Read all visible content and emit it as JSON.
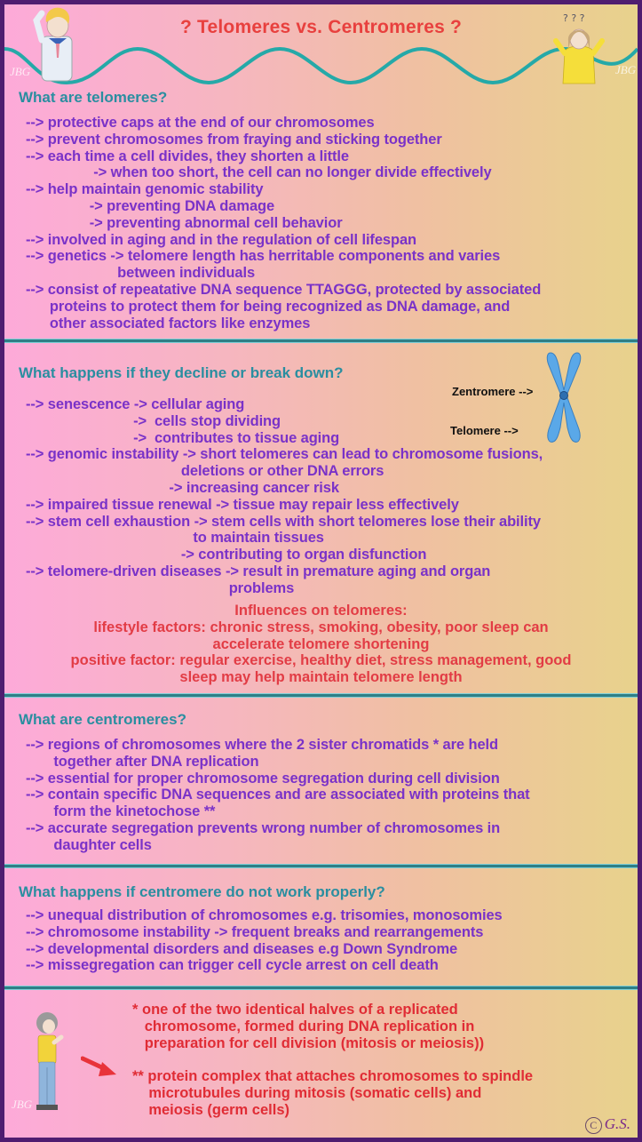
{
  "header": {
    "title": "? Telomeres vs. Centromeres ?",
    "signature_left": "JBG",
    "signature_right": "JBG",
    "wave_color": "#25a9a8",
    "title_color": "#e8403e"
  },
  "colors": {
    "frame": "#4f1d70",
    "heading": "#2a8ea0",
    "body_text": "#7a32c8",
    "highlight_text": "#e23c45",
    "gradient": [
      "#fdaad9",
      "#f0c0a2",
      "#e8d28c"
    ]
  },
  "sections": {
    "telomeres": {
      "heading": "What are telomeres?",
      "lines": [
        "--> protective caps at the end of our chromosomes",
        "--> prevent chromosomes from fraying and sticking together",
        "--> each time a cell divides, they shorten a little",
        "                 -> when too short, the cell can no longer divide effectively",
        "--> help maintain genomic stability",
        "                -> preventing DNA damage",
        "                -> preventing abnormal cell behavior",
        "--> involved in aging and in the regulation of cell lifespan",
        "--> genetics -> telomere length has herritable components and varies",
        "                       between individuals",
        "--> consist of repeatative DNA sequence TTAGGG, protected by associated",
        "      proteins to protect them for being recognized as DNA damage, and",
        "      other associated factors like enzymes"
      ]
    },
    "decline": {
      "heading": "What happens if they decline or break down?",
      "diagram": {
        "centromere_label": "Zentromere -->",
        "telomere_label": "Telomere -->",
        "chromosome_color": "#5aa8e8"
      },
      "lines": [
        "--> senescence -> cellular aging",
        "                           ->  cells stop dividing",
        "                           ->  contributes to tissue aging",
        "--> genomic instability -> short telomeres can lead to chromosome fusions,",
        "                                       deletions or other DNA errors",
        "                                    -> increasing cancer risk",
        "--> impaired tissue renewal -> tissue may repair less effectively",
        "--> stem cell exhaustion -> stem cells with short telomeres lose their ability",
        "                                          to maintain tissues",
        "                                       -> contributing to organ disfunction",
        "--> telomere-driven diseases -> result in premature aging and organ",
        "                                                   problems"
      ],
      "influences": [
        "Influences on telomeres:",
        "lifestyle factors: chronic stress, smoking, obesity, poor sleep can",
        "accelerate telomere shortening",
        "positive factor: regular exercise, healthy diet, stress management, good",
        "sleep may help maintain telomere length"
      ]
    },
    "centromeres": {
      "heading": "What are centromeres?",
      "lines": [
        "--> regions of chromosomes where the 2 sister chromatids * are held",
        "       together after DNA replication",
        "--> essential for proper chromosome segregation during cell division",
        "--> contain specific DNA sequences and are associated with proteins that",
        "       form the kinetochose **",
        "--> accurate segregation prevents wrong number of chromosomes in",
        "       daughter cells"
      ]
    },
    "centromere_failure": {
      "heading": "What happens if centromere do not work properly?",
      "lines": [
        "--> unequal distribution of chromosomes e.g. trisomies, monosomies",
        "--> chromosome instability -> frequent breaks and rearrangements",
        "--> developmental disorders and diseases e.g Down Syndrome",
        "--> missegregation can trigger cell cycle arrest on cell death"
      ]
    },
    "footnotes": {
      "lines": [
        "* one of the two identical halves of a replicated",
        "   chromosome, formed during DNA replication in",
        "   preparation for cell division (mitosis or meiosis))",
        "",
        "** protein complex that attaches chromosomes to spindle",
        "    microtubules during mitosis (somatic cells) and",
        "    meiosis (germ cells)"
      ],
      "signature": "JBG",
      "arrow_color": "#e8333a"
    }
  },
  "copyright": {
    "symbol": "C",
    "initials": "G.S."
  }
}
